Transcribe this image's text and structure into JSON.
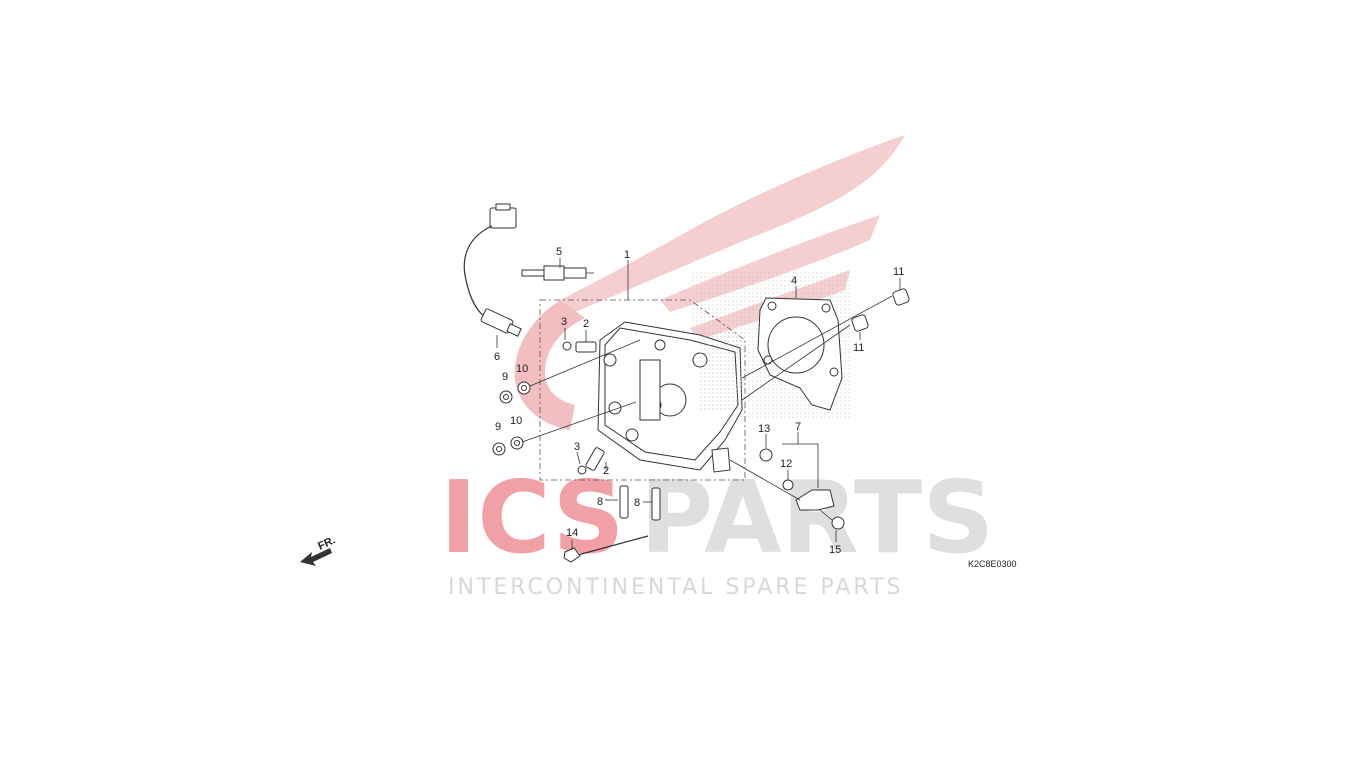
{
  "diagram": {
    "code": "K2C8E0300",
    "direction_label": "FR."
  },
  "watermark": {
    "brand_left": "ICS",
    "brand_right": "PARTS",
    "tagline": "INTERCONTINENTAL SPARE PARTS",
    "colors": {
      "red": "#e8454d",
      "gray": "#d3d3d3",
      "wing": "#f2c4c6"
    }
  },
  "callouts": [
    {
      "id": "c1",
      "label": "1"
    },
    {
      "id": "c2a",
      "label": "2"
    },
    {
      "id": "c2b",
      "label": "2"
    },
    {
      "id": "c3a",
      "label": "3"
    },
    {
      "id": "c3b",
      "label": "3"
    },
    {
      "id": "c4",
      "label": "4"
    },
    {
      "id": "c5",
      "label": "5"
    },
    {
      "id": "c6",
      "label": "6"
    },
    {
      "id": "c7",
      "label": "7"
    },
    {
      "id": "c8a",
      "label": "8"
    },
    {
      "id": "c8b",
      "label": "8"
    },
    {
      "id": "c9a",
      "label": "9"
    },
    {
      "id": "c9b",
      "label": "9"
    },
    {
      "id": "c10a",
      "label": "10"
    },
    {
      "id": "c10b",
      "label": "10"
    },
    {
      "id": "c11a",
      "label": "11"
    },
    {
      "id": "c11b",
      "label": "11"
    },
    {
      "id": "c12",
      "label": "12"
    },
    {
      "id": "c13",
      "label": "13"
    },
    {
      "id": "c14",
      "label": "14"
    },
    {
      "id": "c15",
      "label": "15"
    }
  ]
}
